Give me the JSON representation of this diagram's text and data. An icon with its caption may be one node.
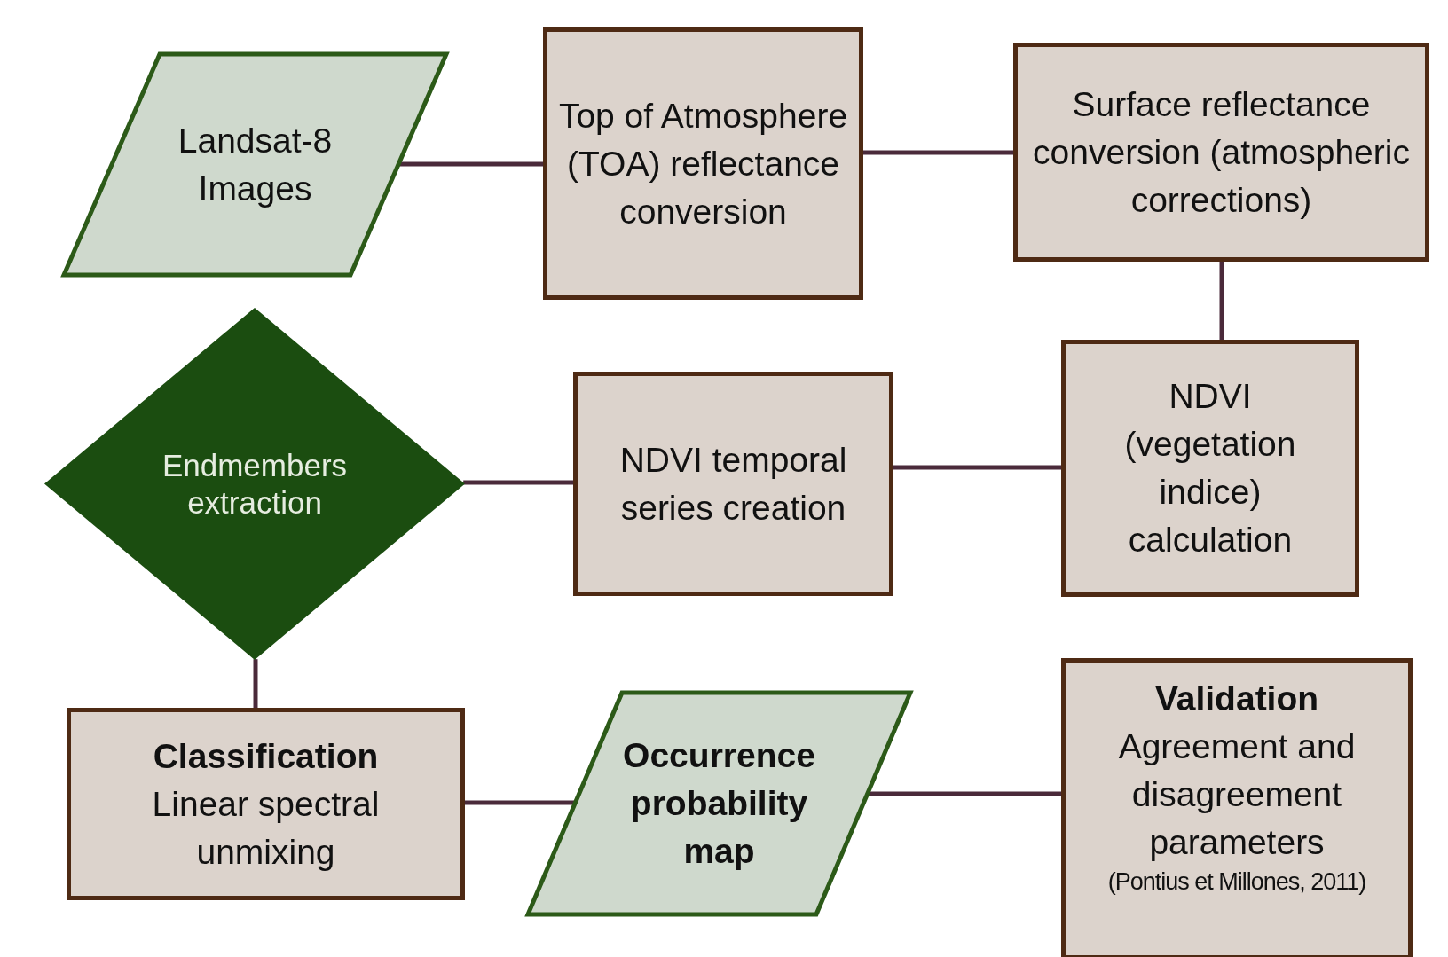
{
  "diagram": {
    "nodes": [
      {
        "text": [
          "Landsat-8 Images"
        ]
      },
      {
        "text": [
          "Top of Atmosphere (TOA) reflectance conversion"
        ]
      },
      {
        "text": [
          "Surface reflectance conversion (atmospheric corrections)"
        ]
      },
      {
        "text": [
          "NDVI (vegetation indice) calculation"
        ]
      },
      {
        "text": [
          "NDVI temporal series creation"
        ]
      },
      {
        "text": [
          "Endmembers extraction"
        ]
      },
      {
        "text": [
          "Classification",
          "Linear spectral unmixing"
        ]
      },
      {
        "text": [
          "Occurrence probability map"
        ]
      },
      {
        "text": [
          "Validation",
          "Agreement and disagreement parameters",
          "(Pontius et Millones, 2011)"
        ]
      }
    ],
    "edges": [
      {
        "from": 0,
        "to": 1,
        "arrow": "none"
      },
      {
        "from": 1,
        "to": 2,
        "arrow": "none"
      },
      {
        "from": 2,
        "to": 3,
        "arrow": "none"
      },
      {
        "from": 3,
        "to": 4,
        "arrow": "none"
      },
      {
        "from": 4,
        "to": 5,
        "arrow": "none"
      },
      {
        "from": 5,
        "to": 6,
        "arrow": "none"
      },
      {
        "from": 6,
        "to": 7,
        "arrow": "none"
      },
      {
        "from": 7,
        "to": 8,
        "arrow": "none"
      }
    ]
  }
}
